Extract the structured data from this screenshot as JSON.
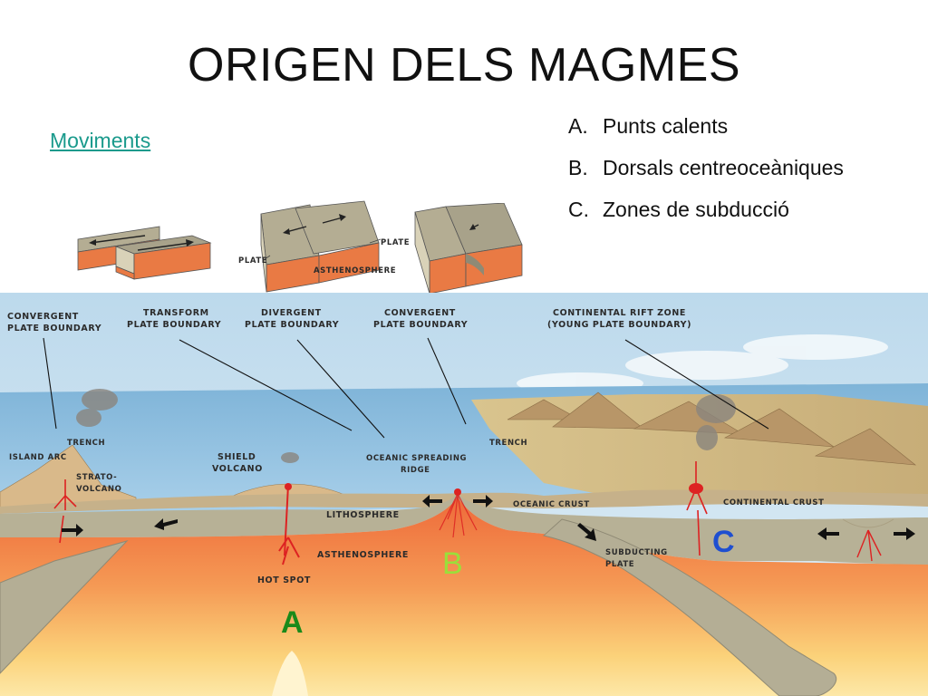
{
  "title": "ORIGEN DELS MAGMES",
  "link": "Moviments",
  "list": [
    {
      "letter": "A.",
      "text": "Punts calents"
    },
    {
      "letter": "B.",
      "text": "Dorsals centreoceàniques"
    },
    {
      "letter": "C.",
      "text": "Zones de subducció"
    }
  ],
  "blocks": {
    "plate_left": "PLATE",
    "plate_right": "PLATE",
    "asthenosphere": "ASTHENOSPHERE"
  },
  "diagram": {
    "convergent_1": [
      "CONVERGENT",
      "PLATE BOUNDARY"
    ],
    "transform": [
      "TRANSFORM",
      "PLATE BOUNDARY"
    ],
    "divergent": [
      "DIVERGENT",
      "PLATE BOUNDARY"
    ],
    "convergent_2": [
      "CONVERGENT",
      "PLATE BOUNDARY"
    ],
    "rift": [
      "CONTINENTAL RIFT ZONE",
      "(YOUNG PLATE BOUNDARY)"
    ],
    "trench_1": "TRENCH",
    "island_arc": "ISLAND ARC",
    "strato": [
      "STRATO-",
      "VOLCANO"
    ],
    "shield": [
      "SHIELD",
      "VOLCANO"
    ],
    "ridge": [
      "OCEANIC SPREADING",
      "RIDGE"
    ],
    "trench_2": "TRENCH",
    "oceanic_crust": "OCEANIC CRUST",
    "continental_crust": "CONTINENTAL CRUST",
    "lithosphere": "LITHOSPHERE",
    "asthenosphere": "ASTHENOSPHERE",
    "hot_spot": "HOT SPOT",
    "subducting": [
      "SUBDUCTING",
      "PLATE"
    ],
    "label_a": "A",
    "label_b": "B",
    "label_c": "C"
  },
  "colors": {
    "label_a": "#1a8a1a",
    "label_b": "#9adf3a",
    "label_c": "#1f4fd0",
    "link": "#1a9a8c"
  }
}
